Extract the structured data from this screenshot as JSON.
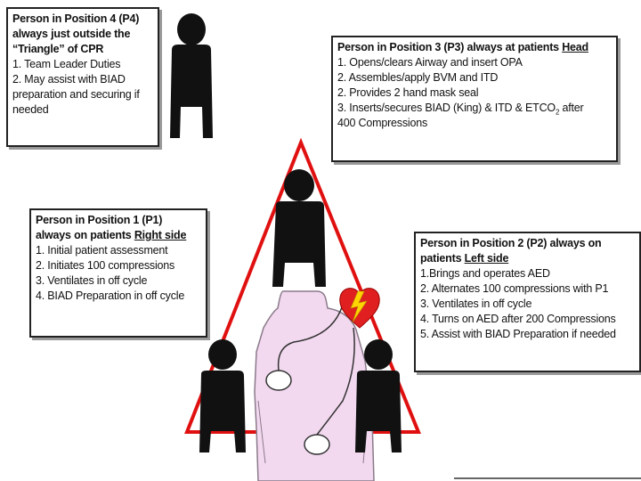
{
  "p4": {
    "title_lines": [
      "Person in Position 4 (P4)",
      "always just outside the",
      "“Triangle” of CPR"
    ],
    "items": [
      "1. Team Leader Duties",
      "2. May assist with BIAD preparation and securing if needed"
    ]
  },
  "p3": {
    "title_prefix": "Person in Position 3 (P3) always at patients ",
    "title_emph": "Head",
    "items": [
      "1. Opens/clears Airway and insert OPA",
      "2. Assembles/apply BVM and ITD",
      "2. Provides 2 hand mask seal"
    ],
    "item4_part1": "3. Inserts/secures BIAD (King) & ITD & ETCO",
    "item4_sub": "2",
    "item4_part2": " after",
    "item4_line2": "400 Compressions"
  },
  "p1": {
    "title_line1": "Person in Position 1 (P1)",
    "title_prefix": "always on patients ",
    "title_emph": "Right side",
    "items": [
      "1. Initial patient assessment",
      "2. Initiates 100 compressions",
      "3. Ventilates in off cycle",
      "4. BIAD Preparation in off cycle"
    ]
  },
  "p2": {
    "title_line1": "Person in Position 2 (P2) always on",
    "title_prefix": "patients ",
    "title_emph": "Left side",
    "items": [
      "1.Brings and operates AED",
      "2. Alternates 100 compressions with P1",
      "3. Ventilates in off cycle",
      "4. Turns on AED after 200 Compressions",
      "5. Assist with BIAD Preparation if needed"
    ]
  },
  "colors": {
    "triangle": "#e01010",
    "person": "#111111",
    "patient_fill": "#f3d9f0",
    "patient_stroke": "#8a7a8a",
    "heart": "#e02020",
    "bolt": "#ffd400"
  }
}
